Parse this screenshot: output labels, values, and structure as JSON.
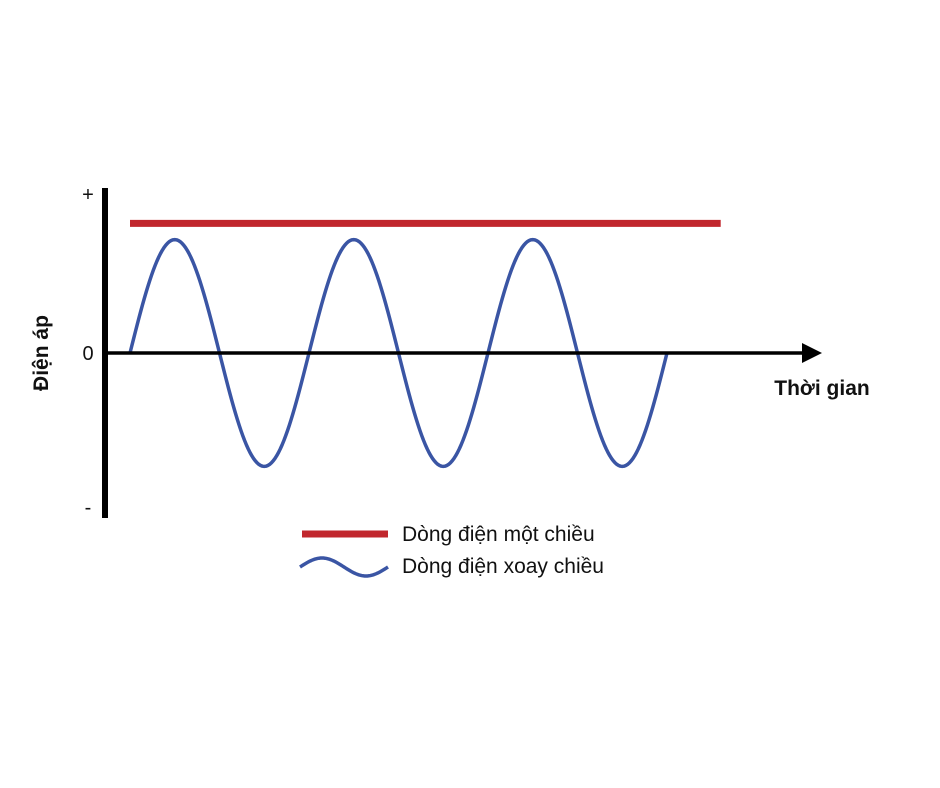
{
  "chart_data": {
    "type": "line",
    "title": "",
    "xlabel": "Thời gian",
    "ylabel": "Điện áp",
    "y_tick_labels": {
      "top": "+",
      "middle": "0",
      "bottom": "-"
    },
    "ylim": [
      -1.0,
      1.0
    ],
    "x_range": [
      0,
      3
    ],
    "series": [
      {
        "name": "Dòng điện một chiều",
        "kind": "constant",
        "value": 0.8,
        "x_end": 3.3,
        "color": "#c1272d"
      },
      {
        "name": "Dòng điện xoay chiều",
        "kind": "sine",
        "amplitude": 0.7,
        "cycles": 3,
        "color": "#3a55a4"
      }
    ],
    "legend_placement": "bottom-center",
    "grid": false
  }
}
